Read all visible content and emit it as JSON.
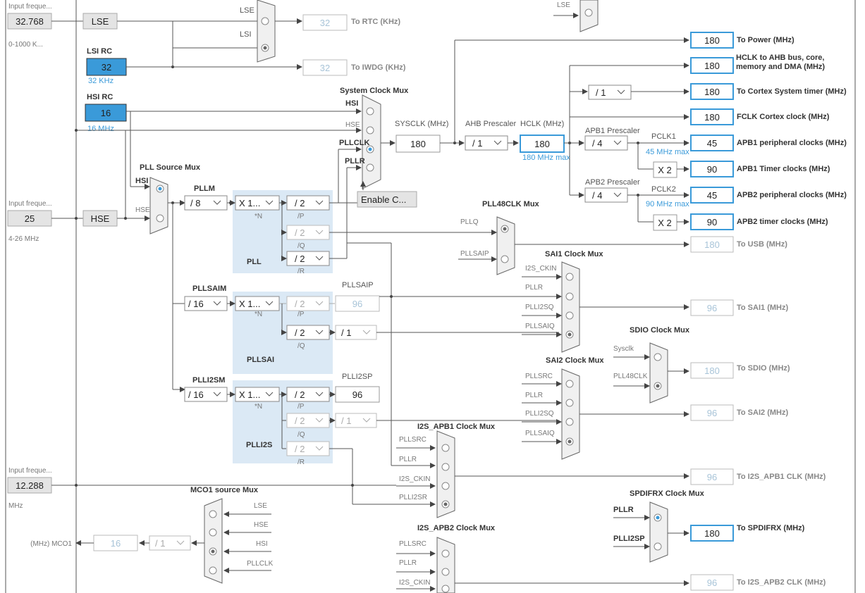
{
  "inputs": {
    "lse": {
      "header": "Input freque...",
      "value": "32.768",
      "range": "0-1000 K...",
      "button": "LSE"
    },
    "hse": {
      "header": "Input freque...",
      "value": "25",
      "range": "4-26 MHz",
      "button": "HSE"
    },
    "i2s": {
      "header": "Input freque...",
      "value": "12.288",
      "range": "MHz"
    }
  },
  "lsi_rc": {
    "label": "LSI RC",
    "value": "32",
    "sub": "32 KHz"
  },
  "hsi_rc": {
    "label": "HSI RC",
    "value": "16",
    "sub": "16 MHz"
  },
  "rtc": {
    "mux_lse": "LSE",
    "mux_lsi": "LSI",
    "value": "32",
    "dest": "To RTC (KHz)"
  },
  "iwdg": {
    "value": "32",
    "dest": "To IWDG (KHz)"
  },
  "pll_source_mux": {
    "title": "PLL Source Mux",
    "hsi": "HSI",
    "hse": "HSE"
  },
  "pll": {
    "title": "PLL",
    "m_label": "PLLM",
    "m_value": "/ 8",
    "n_value": "X 1...",
    "n_sub": "*N",
    "p_value": "/ 2",
    "p_sub": "/P",
    "q_value": "/ 2",
    "q_sub": "/Q",
    "r_value": "/ 2",
    "r_sub": "/R"
  },
  "pllsai": {
    "title": "PLLSAI",
    "m_label": "PLLSAIM",
    "m_value": "/ 16",
    "n_value": "X 1...",
    "n_sub": "*N",
    "p_value": "/ 2",
    "p_sub": "/P",
    "p_label": "PLLSAIP",
    "p_out": "96",
    "q_value": "/ 2",
    "q_sub": "/Q",
    "q_div": "/ 1"
  },
  "plli2s": {
    "title": "PLLI2S",
    "m_label": "PLLI2SM",
    "m_value": "/ 16",
    "n_value": "X 1...",
    "n_sub": "*N",
    "p_value": "/ 2",
    "p_sub": "/P",
    "p_label": "PLLI2SP",
    "p_out": "96",
    "q_value": "/ 2",
    "q_sub": "/Q",
    "q_div": "/ 1",
    "r_value": "/ 2",
    "r_sub": "/R"
  },
  "system_clock_mux": {
    "title": "System Clock Mux",
    "hsi": "HSI",
    "hse": "HSE",
    "pllclk": "PLLCLK",
    "pllr": "PLLR",
    "enable": "Enable C..."
  },
  "sysclk": {
    "label": "SYSCLK (MHz)",
    "value": "180"
  },
  "ahb": {
    "label": "AHB Prescaler",
    "value": "/ 1"
  },
  "hclk": {
    "label": "HCLK (MHz)",
    "value": "180",
    "sub": "180 MHz max"
  },
  "apb1": {
    "label": "APB1 Prescaler",
    "value": "/ 4",
    "pclk_label": "PCLK1",
    "sub": "45 MHz max"
  },
  "apb2": {
    "label": "APB2 Prescaler",
    "value": "/ 4",
    "pclk_label": "PCLK2",
    "sub": "90 MHz max"
  },
  "cortex_div": "/ 1",
  "outputs": [
    {
      "value": "180",
      "label": "To Power (MHz)"
    },
    {
      "value": "180",
      "label": "HCLK to AHB bus, core, memory and DMA (MHz)"
    },
    {
      "value": "180",
      "label": "To Cortex System timer (MHz)"
    },
    {
      "value": "180",
      "label": "FCLK Cortex clock (MHz)"
    },
    {
      "value": "45",
      "label": "APB1 peripheral clocks (MHz)"
    },
    {
      "value": "90",
      "label": "APB1 Timer clocks (MHz)",
      "mult": "X 2"
    },
    {
      "value": "45",
      "label": "APB2 peripheral clocks (MHz)"
    },
    {
      "value": "90",
      "label": "APB2 timer clocks (MHz)",
      "mult": "X 2"
    }
  ],
  "pll48clk_mux": {
    "title": "PLL48CLK Mux",
    "pllq": "PLLQ",
    "pllsaip": "PLLSAIP",
    "usb_value": "180",
    "usb_dest": "To USB (MHz)"
  },
  "sai1_mux": {
    "title": "SAI1 Clock Mux",
    "in1": "I2S_CKIN",
    "in2": "PLLR",
    "in3": "PLLI2SQ",
    "in4": "PLLSAIQ",
    "value": "96",
    "dest": "To SAI1 (MHz)"
  },
  "sdio_mux": {
    "title": "SDIO Clock Mux",
    "in1": "Sysclk",
    "in2": "PLL48CLK",
    "value": "180",
    "dest": "To SDIO (MHz)"
  },
  "sai2_mux": {
    "title": "SAI2 Clock Mux",
    "in1": "PLLSRC",
    "in2": "PLLR",
    "in3": "PLLI2SQ",
    "in4": "PLLSAIQ",
    "value": "96",
    "dest": "To SAI2 (MHz)"
  },
  "i2s_apb1_mux": {
    "title": "I2S_APB1 Clock Mux",
    "in1": "PLLSRC",
    "in2": "PLLR",
    "in3": "I2S_CKIN",
    "in4": "PLLI2SR",
    "value": "96",
    "dest": "To I2S_APB1 CLK (MHz)"
  },
  "mco1_mux": {
    "title": "MCO1 source Mux",
    "in1": "LSE",
    "in2": "HSE",
    "in3": "HSI",
    "in4": "PLLCLK",
    "div": "/ 1",
    "value": "16",
    "dest": "(MHz) MCO1"
  },
  "spdifrx_mux": {
    "title": "SPDIFRX Clock Mux",
    "in1": "PLLR",
    "in2": "PLLI2SP",
    "value": "180",
    "dest": "To SPDIFRX (MHz)"
  },
  "i2s_apb2_mux": {
    "title": "I2S_APB2 Clock Mux",
    "in1": "PLLSRC",
    "in2": "PLLR",
    "in3": "I2S_CKIN",
    "value": "96",
    "dest": "To I2S_APB2 CLK (MHz)"
  },
  "top_mux": {
    "in1": "LSE"
  }
}
